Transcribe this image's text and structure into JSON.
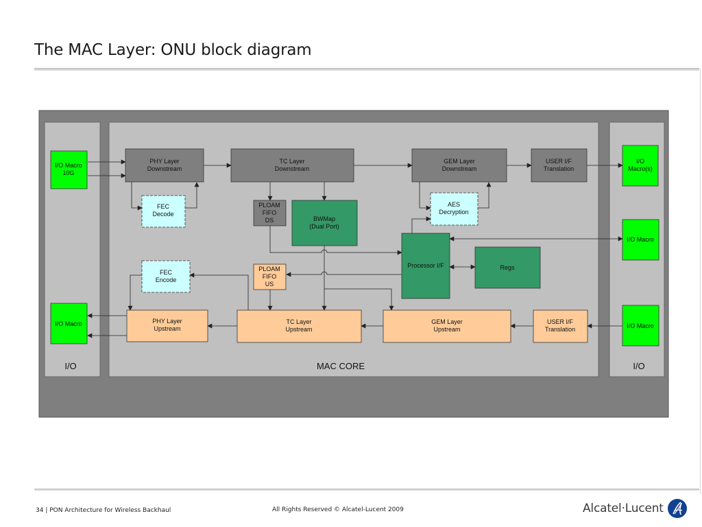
{
  "slide": {
    "title": "The MAC Layer: ONU block diagram",
    "footer_left": "34 | PON Architecture for Wireless Backhaul",
    "footer_center": "All Rights Reserved © Alcatel-Lucent 2009",
    "logo_text": "Alcatel·Lucent"
  },
  "regions": {
    "io_left": "I/O",
    "mac_core": "MAC CORE",
    "io_right": "I/O"
  },
  "blocks": {
    "io_macro_10g": [
      "I/O Macro",
      "10G"
    ],
    "io_macro_left_bottom": [
      "I/O Macro"
    ],
    "phy_ds": [
      "PHY Layer",
      "Downstream"
    ],
    "tc_ds": [
      "TC Layer",
      "Downstream"
    ],
    "gem_ds": [
      "GEM Layer",
      "Downstream"
    ],
    "user_ds": [
      "USER I/F",
      "Translation"
    ],
    "io_macros_right": [
      "I/O",
      "Macro(s)"
    ],
    "fec_decode": [
      "FEC",
      "Decode"
    ],
    "ploam_ds": [
      "PLOAM",
      "FIFO",
      "DS"
    ],
    "bwmap": [
      "BWMap",
      "(Dual Port)"
    ],
    "aes": [
      "AES",
      "Decryption"
    ],
    "io_macro_right_mid": [
      "I/O Macro"
    ],
    "processor": [
      "Processor I/F"
    ],
    "regs": [
      "Regs"
    ],
    "fec_encode": [
      "FEC",
      "Encode"
    ],
    "ploam_us": [
      "PLOAM",
      "FIFO",
      "US"
    ],
    "phy_us": [
      "PHY Layer",
      "Upstream"
    ],
    "tc_us": [
      "TC Layer",
      "Upstream"
    ],
    "gem_us": [
      "GEM Layer",
      "Upstream"
    ],
    "user_us": [
      "USER I/F",
      "Translation"
    ],
    "io_macro_right_bottom": [
      "I/O Macro"
    ]
  },
  "colors": {
    "outer_frame": "#7f7f7f",
    "region": "#c0c0c0",
    "gray_block": "#7f7f7f",
    "green_io": "#00ff00",
    "dark_green": "#339966",
    "peach": "#ffcc99",
    "light_cyan": "#ccffff",
    "line": "#222222",
    "logo_blue": "#124191"
  }
}
